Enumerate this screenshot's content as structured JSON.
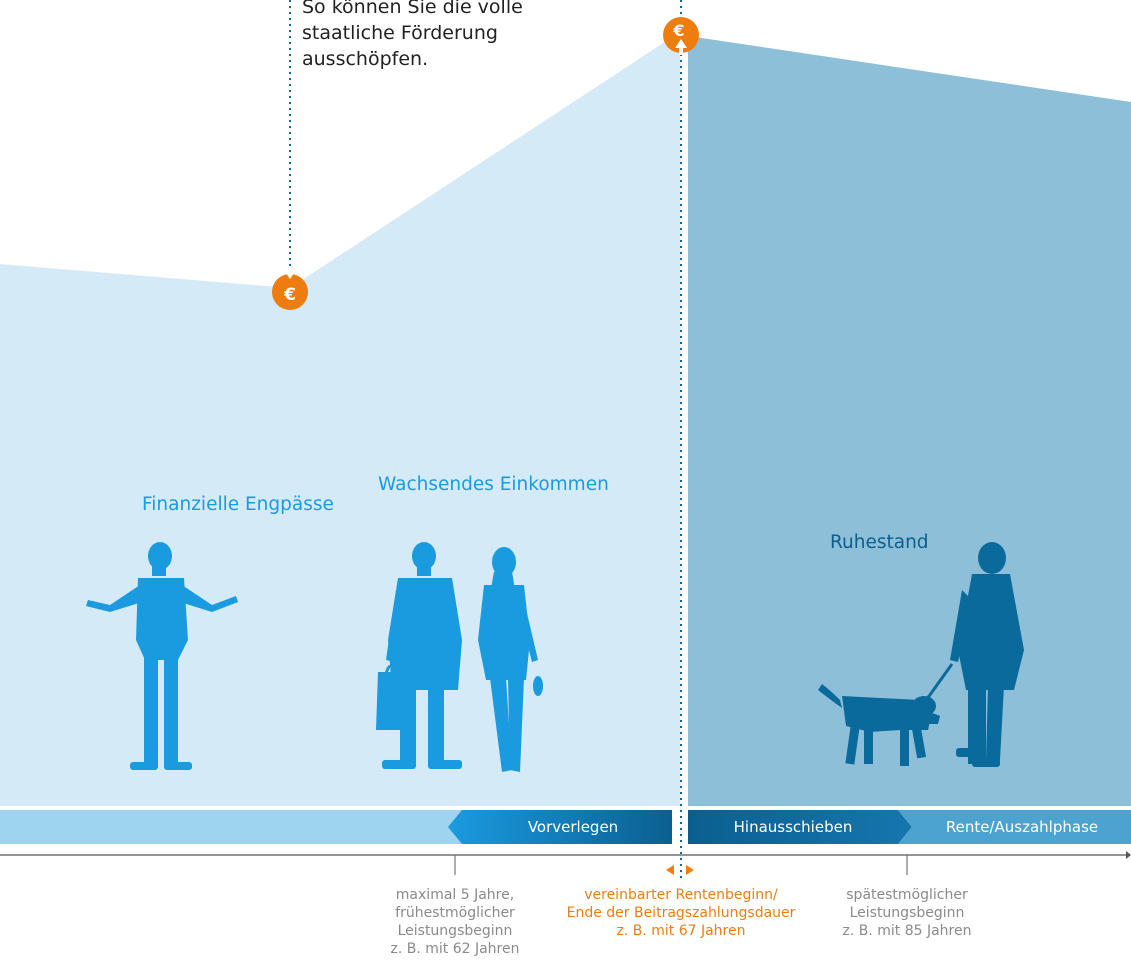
{
  "note": [
    "So können Sie die volle",
    "staatliche Förderung",
    "ausschöpfen."
  ],
  "phases": {
    "engpaesse": "Finanzielle Engpässe",
    "einkommen": "Wachsendes Einkommen",
    "ruhestand": "Ruhestand"
  },
  "bar": {
    "vorverlegen": "Vorverlegen",
    "hinausschieben": "Hinausschieben",
    "rente": "Rente/Auszahlphase"
  },
  "ticks": {
    "early": [
      "maximal 5 Jahre,",
      "frühestmöglicher",
      "Leistungsbeginn",
      "z. B. mit 62 Jahren"
    ],
    "agreed": [
      "vereinbarter Rentenbeginn/",
      "Ende der Beitragszahlungsdauer",
      "z. B. mit 67 Jahren"
    ],
    "latest": [
      "spätestmöglicher",
      "Leistungsbeginn",
      "z. B. mit 85 Jahren"
    ]
  },
  "icons": {
    "euro_low": "euro-coin-icon",
    "euro_high": "euro-coin-icon",
    "person_shrug": "person-shrugging-icon",
    "couple": "couple-walking-icon",
    "senior_dog": "senior-with-dog-icon"
  },
  "symbols": {
    "euro": "€"
  },
  "colors": {
    "savings_area": "#d4eaf7",
    "pension_area": "#8ebfd9",
    "orange": "#ee7d10",
    "silhouette_light": "#1a9be0",
    "silhouette_dark": "#0a6a9c"
  }
}
